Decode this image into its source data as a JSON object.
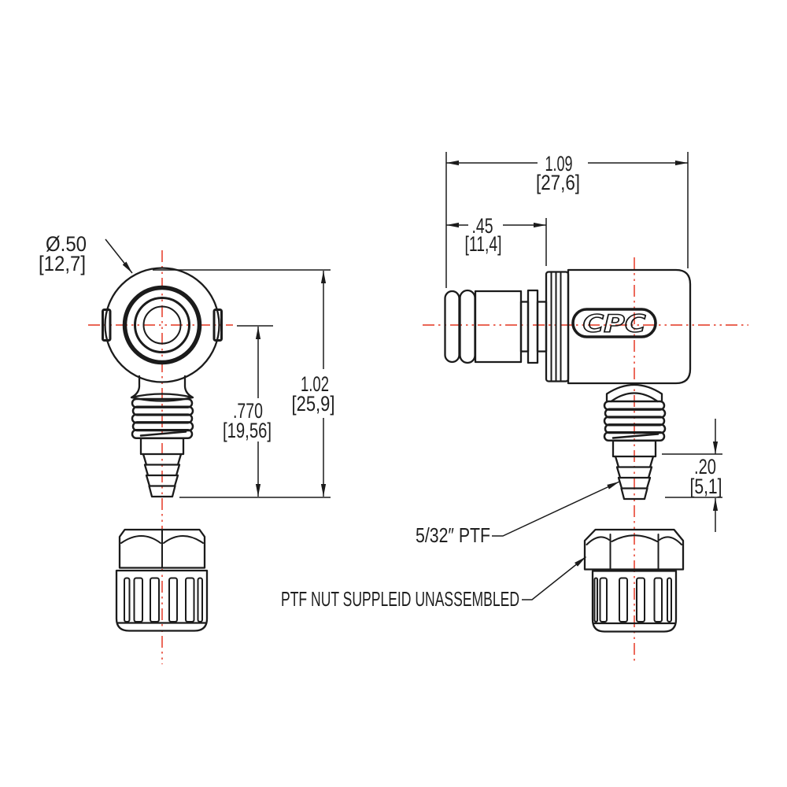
{
  "drawing": {
    "logo": "CPC",
    "colors": {
      "line": "#1b1b1b",
      "centerline": "#e8513f",
      "background": "#ffffff"
    },
    "dimensions": {
      "diameter": {
        "inch": "Ø.50",
        "mm": "[12,7]"
      },
      "overall_height": {
        "inch": "1.02",
        "mm": "[25,9]"
      },
      "stem_height": {
        "inch": ".770",
        "mm": "[19,56]"
      },
      "overall_width": {
        "inch": "1.09",
        "mm": "[27,6]"
      },
      "coupling_width": {
        "inch": ".45",
        "mm": "[11,4]"
      },
      "barb_length": {
        "inch": ".20",
        "mm": "[5,1]"
      }
    },
    "labels": {
      "thread_spec": "5/32″ PTF",
      "nut_note": "PTF NUT SUPPLEID UNASSEMBLED"
    }
  }
}
